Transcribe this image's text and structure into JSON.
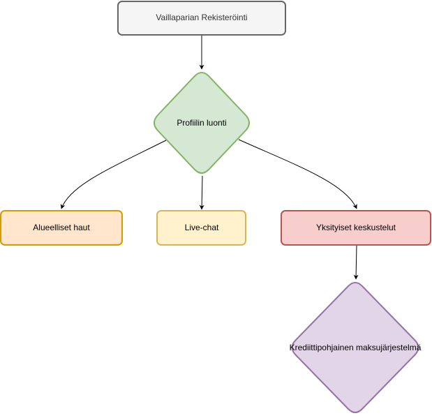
{
  "diagram": {
    "nodes": {
      "registration": {
        "label": "Vaillaparian Rekisteröinti",
        "fill": "#f5f5f5",
        "stroke": "#666666"
      },
      "profile": {
        "label": "Profiilin luonti",
        "fill": "#d5e8d4",
        "stroke": "#82b366"
      },
      "regional_search": {
        "label": "Alueelliset haut",
        "fill": "#ffe6cc",
        "stroke": "#d79b00"
      },
      "live_chat": {
        "label": "Live-chat",
        "fill": "#fff2cc",
        "stroke": "#d6b656"
      },
      "private_chats": {
        "label": "Yksityiset keskustelut",
        "fill": "#f8cecc",
        "stroke": "#b85450"
      },
      "credit_payment": {
        "label": "Krediittipohjainen maksujärjestelmä",
        "fill": "#e1d5e7",
        "stroke": "#9673a6"
      }
    },
    "edges": [
      {
        "from": "registration",
        "to": "profile"
      },
      {
        "from": "profile",
        "to": "regional_search"
      },
      {
        "from": "profile",
        "to": "live_chat"
      },
      {
        "from": "profile",
        "to": "private_chats"
      },
      {
        "from": "private_chats",
        "to": "credit_payment"
      }
    ],
    "edge_color": "#000000"
  }
}
